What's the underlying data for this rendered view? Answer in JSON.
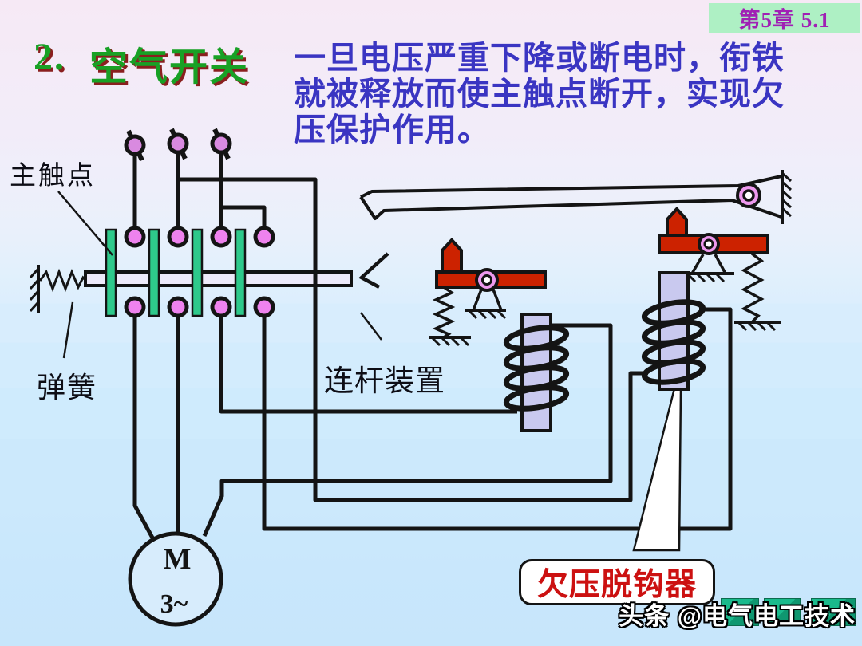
{
  "slide": {
    "badge": "第5章  5.1",
    "title_number": "2.",
    "title": "空气开关",
    "description_lines": [
      "一旦电压严重下降或断电时，衔铁",
      "就被释放而使主触点断开，实现欠",
      "压保护作用。"
    ]
  },
  "diagram": {
    "labels": {
      "main_contact": "主触点",
      "spring": "弹簧",
      "linkage": "连杆装置",
      "undervoltage_release": "欠压脱钩器"
    },
    "motor": {
      "letter": "M",
      "phase": "3~"
    }
  },
  "watermark": "头条 @电气电工技术",
  "colors": {
    "badge_bg": "#aef0c4",
    "badge_text": "#a021b4",
    "title_green": "#18a125",
    "title_shadow": "#8a1f1f",
    "description_blue": "#3a35c2",
    "label_red": "#cc1111",
    "contact_bar_green": "#2ec98b",
    "contact_pink": "#ee82ee",
    "terminal_plum": "#d98ae0",
    "lever_red": "#cc2200",
    "coil_core_lavender": "#c9c9ef",
    "line_black": "#141414",
    "watermark_teal": "#1aba8c"
  }
}
